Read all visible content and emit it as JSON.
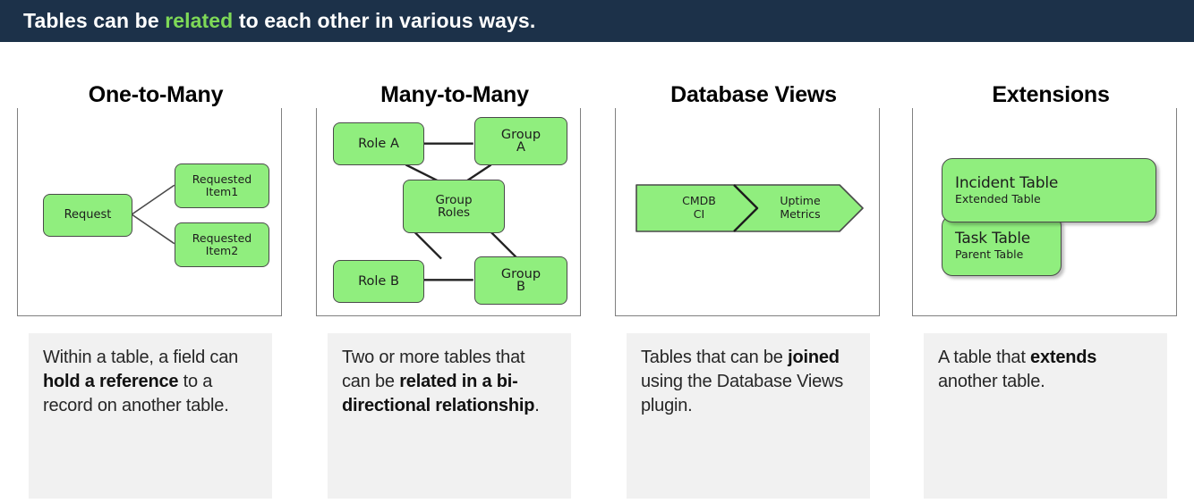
{
  "header": {
    "text_before": "Tables can be ",
    "highlight": "related",
    "text_after": " to each other in various ways.",
    "background": "#1c3149",
    "highlight_color": "#7ed957"
  },
  "palette": {
    "node_fill": "#90ee7e",
    "node_border": "#4a4a4a",
    "frame_border": "#808080",
    "caption_bg": "#f1f1f1"
  },
  "columns": [
    {
      "id": "one-to-many",
      "title": "One-to-Many",
      "nodes": {
        "request": "Request",
        "item1_line1": "Requested",
        "item1_line2": "Item1",
        "item2_line1": "Requested",
        "item2_line2": "Item2"
      },
      "caption": {
        "p1": "Within a table, a field can ",
        "b1": "hold a reference",
        "p2": " to a record on another table."
      }
    },
    {
      "id": "many-to-many",
      "title": "Many-to-Many",
      "nodes": {
        "role_a": "Role A",
        "role_b": "Role B",
        "group_a_line1": "Group",
        "group_a_line2": "A",
        "group_b_line1": "Group",
        "group_b_line2": "B",
        "group_roles_line1": "Group",
        "group_roles_line2": "Roles"
      },
      "caption": {
        "p1": "Two or more tables that can be ",
        "b1": "related in a bi-directional relationship",
        "p2": "."
      }
    },
    {
      "id": "database-views",
      "title": "Database Views",
      "nodes": {
        "left_line1": "CMDB",
        "left_line2": "CI",
        "right_line1": "Uptime",
        "right_line2": "Metrics"
      },
      "caption": {
        "p1": "Tables that can be ",
        "b1": "joined",
        "p2": " using the Database Views plugin."
      }
    },
    {
      "id": "extensions",
      "title": "Extensions",
      "nodes": {
        "incident_main": "Incident Table",
        "incident_sub": "Extended Table",
        "task_main": "Task Table",
        "task_sub": "Parent Table"
      },
      "caption": {
        "p1": "A table that ",
        "b1": "extends",
        "p2": " another table."
      }
    }
  ]
}
